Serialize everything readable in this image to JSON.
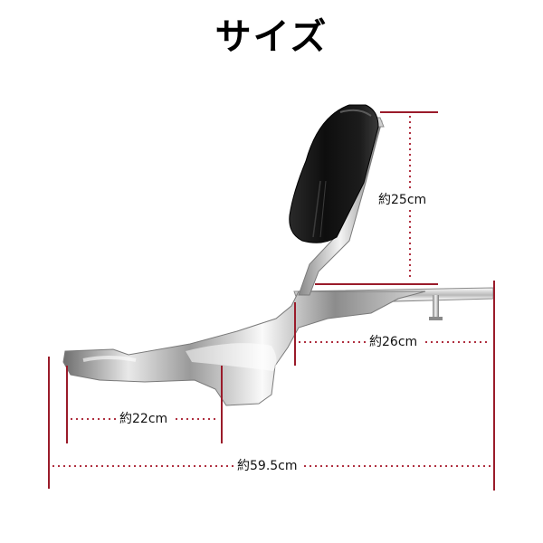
{
  "title": "サイズ",
  "dimensions": {
    "height_label": "約25cm",
    "upper_length_label": "約26cm",
    "front_length_label": "約22cm",
    "total_length_label": "約59.5cm"
  },
  "colors": {
    "dimension_line": "#9a1b2a",
    "dimension_dots": "#b03040",
    "pad": "#151515",
    "chrome_light": "#f2f2f2",
    "chrome_dark": "#7a7a7a"
  }
}
